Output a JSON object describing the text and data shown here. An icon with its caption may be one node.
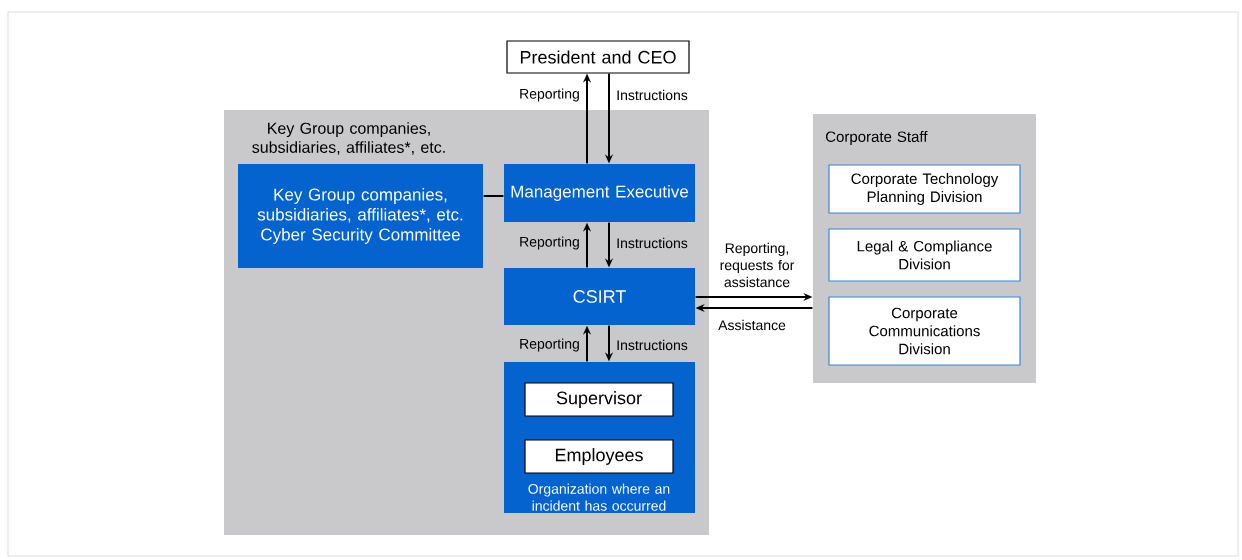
{
  "diagram": {
    "nodes": [
      {
        "text": [
          "President and CEO"
        ]
      },
      {
        "text": [
          "Key Group companies, subsidiaries, affiliates*, etc."
        ]
      },
      {
        "text": [
          "Key Group companies, subsidiaries, affiliates*, etc. Cyber Security Committee"
        ],
        "in": 1
      },
      {
        "text": [
          "Management Executive"
        ],
        "in": 1
      },
      {
        "text": [
          "CSIRT"
        ],
        "in": 1
      },
      {
        "text": [
          "Organization where an incident has occurred"
        ],
        "in": 1
      },
      {
        "text": [
          "Supervisor"
        ],
        "in": 5
      },
      {
        "text": [
          "Employees"
        ],
        "in": 5
      },
      {
        "text": [
          "Corporate Staff"
        ]
      },
      {
        "text": [
          "Corporate Technology Planning Division"
        ],
        "in": 8
      },
      {
        "text": [
          "Legal & Compliance Division"
        ],
        "in": 8
      },
      {
        "text": [
          "Corporate Communications Division"
        ],
        "in": 8
      }
    ],
    "edges": [
      {
        "from": 3,
        "to": 0,
        "arrow": "to",
        "label": "Reporting"
      },
      {
        "from": 0,
        "to": 3,
        "arrow": "to",
        "label": "Instructions"
      },
      {
        "from": 2,
        "to": 3,
        "arrow": "none"
      },
      {
        "from": 4,
        "to": 3,
        "arrow": "to",
        "label": "Reporting"
      },
      {
        "from": 3,
        "to": 4,
        "arrow": "to",
        "label": "Instructions"
      },
      {
        "from": 4,
        "to": 8,
        "arrow": "to",
        "label": "Reporting, requests for assistance"
      },
      {
        "from": 8,
        "to": 4,
        "arrow": "to",
        "label": "Assistance"
      },
      {
        "from": 5,
        "to": 4,
        "arrow": "to",
        "label": "Reporting"
      },
      {
        "from": 4,
        "to": 5,
        "arrow": "to",
        "label": "Instructions"
      }
    ]
  }
}
